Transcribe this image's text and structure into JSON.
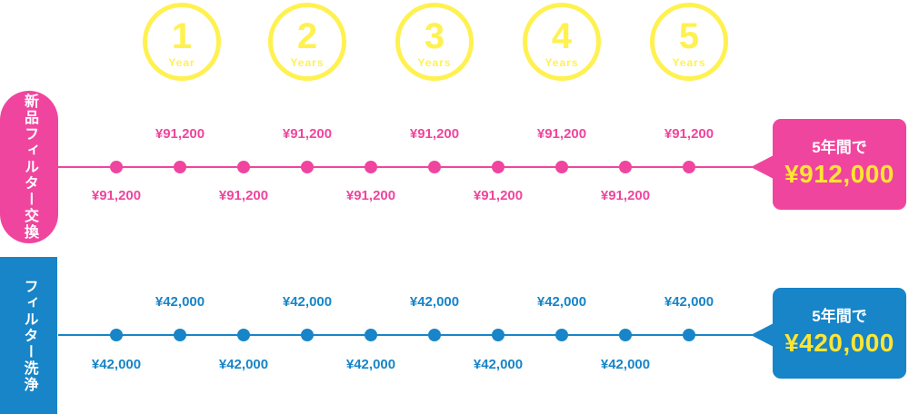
{
  "title": "5-year filter cost comparison timeline",
  "colors": {
    "pink": "#F0459E",
    "blue": "#1785C8",
    "circle_yellow": "#FFF150",
    "amount_yellow": "#FFE532",
    "label_text": "#FFFFFF",
    "background": "#FFFFFF"
  },
  "years": [
    {
      "number": "1",
      "unit": "Year"
    },
    {
      "number": "2",
      "unit": "Years"
    },
    {
      "number": "3",
      "unit": "Years"
    },
    {
      "number": "4",
      "unit": "Years"
    },
    {
      "number": "5",
      "unit": "Years"
    }
  ],
  "rows": [
    {
      "name": "new-filter-replacement",
      "label": "新品フィルター交換",
      "color": "#F0459E",
      "payments": [
        "¥91,200",
        "¥91,200",
        "¥91,200",
        "¥91,200",
        "¥91,200",
        "¥91,200",
        "¥91,200",
        "¥91,200",
        "¥91,200",
        "¥91,200"
      ],
      "total_caption": "5年間で",
      "total_amount": "¥912,000"
    },
    {
      "name": "filter-washing",
      "label": "フィルター洗浄",
      "color": "#1785C8",
      "payments": [
        "¥42,000",
        "¥42,000",
        "¥42,000",
        "¥42,000",
        "¥42,000",
        "¥42,000",
        "¥42,000",
        "¥42,000",
        "¥42,000",
        "¥42,000"
      ],
      "total_caption": "5年間で",
      "total_amount": "¥420,000"
    }
  ]
}
